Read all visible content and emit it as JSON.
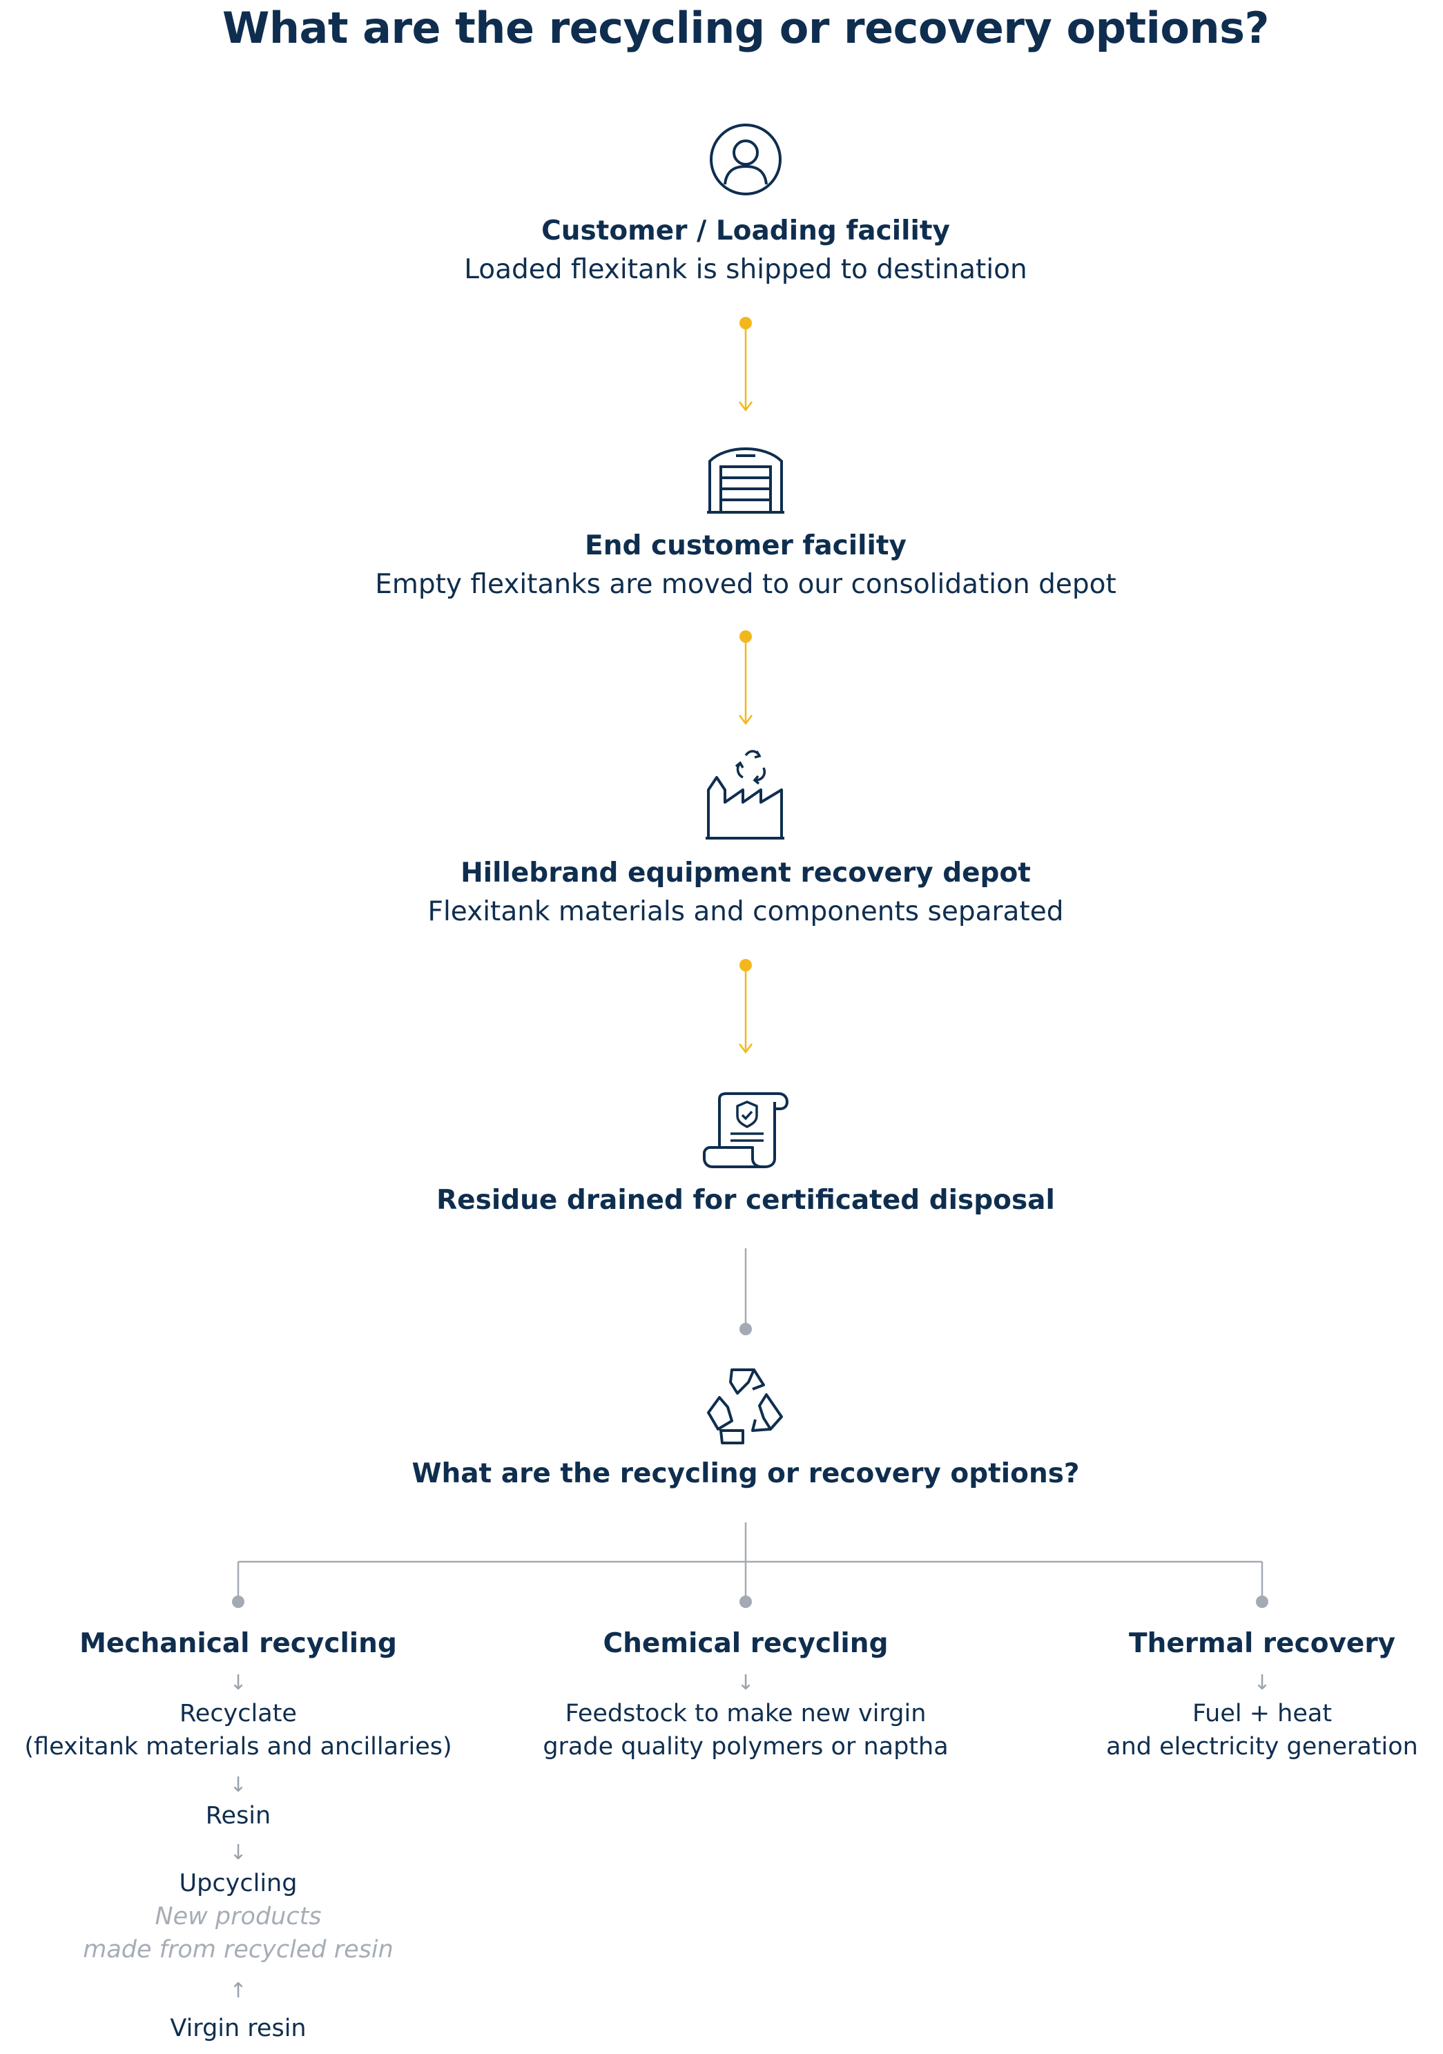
{
  "title": "What are the recycling or recovery options?",
  "colors": {
    "navy": "#0f2e4f",
    "accent": "#f2b71c",
    "grey": "#a3aab3"
  },
  "steps": [
    {
      "icon": "user-icon",
      "title": "Customer / Loading facility",
      "description": "Loaded flexitank is shipped to destination"
    },
    {
      "icon": "warehouse-icon",
      "title": "End customer facility",
      "description": "Empty flexitanks are moved to our consolidation depot"
    },
    {
      "icon": "factory-recycle-icon",
      "title": "Hillebrand equipment recovery depot",
      "description": "Flexitank materials and components separated"
    },
    {
      "icon": "certificate-scroll-icon",
      "title": "Residue drained for certificated disposal",
      "description": ""
    },
    {
      "icon": "recycle-icon",
      "title": "What are the recycling or recovery options?",
      "description": ""
    }
  ],
  "branches": {
    "mechanical": {
      "title": "Mechanical recycling",
      "arrow": "↓",
      "recyclate_line1": "Recyclate",
      "recyclate_line2": "(flexitank materials and ancillaries)",
      "resin": "Resin",
      "upcycling": "Upcycling",
      "new_products_line1": "New products",
      "new_products_line2": "made from recycled resin",
      "up_arrow": "↑",
      "virgin_resin": "Virgin resin"
    },
    "chemical": {
      "title": "Chemical recycling",
      "arrow": "↓",
      "line1": "Feedstock to make new virgin",
      "line2": "grade quality polymers or naptha"
    },
    "thermal": {
      "title": "Thermal recovery",
      "arrow": "↓",
      "line1": "Fuel + heat",
      "line2": "and electricity generation"
    }
  }
}
